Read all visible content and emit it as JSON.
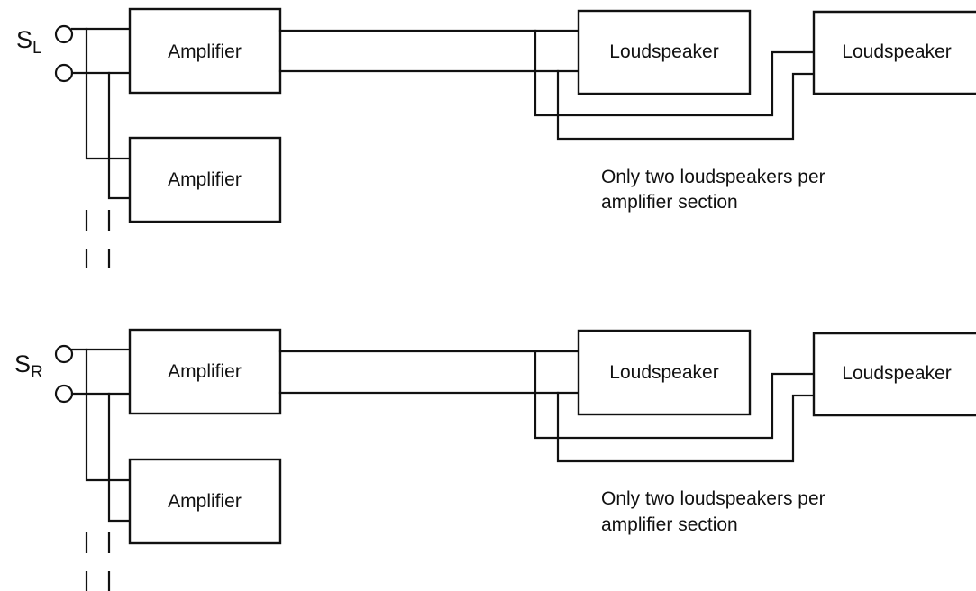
{
  "diagram": {
    "sections": [
      {
        "id": "left",
        "source_letter": "S",
        "source_subscript": "L",
        "amplifiers": [
          {
            "label": "Amplifier"
          },
          {
            "label": "Amplifier"
          }
        ],
        "loudspeakers": [
          {
            "label": "Loudspeaker"
          },
          {
            "label": "Loudspeaker"
          }
        ],
        "note_lines": [
          "Only two loudspeakers per",
          "amplifier section"
        ]
      },
      {
        "id": "right",
        "source_letter": "S",
        "source_subscript": "R",
        "amplifiers": [
          {
            "label": "Amplifier"
          },
          {
            "label": "Amplifier"
          }
        ],
        "loudspeakers": [
          {
            "label": "Loudspeaker"
          },
          {
            "label": "Loudspeaker"
          }
        ],
        "note_lines": [
          "Only two loudspeakers per",
          "amplifier section"
        ]
      }
    ]
  }
}
